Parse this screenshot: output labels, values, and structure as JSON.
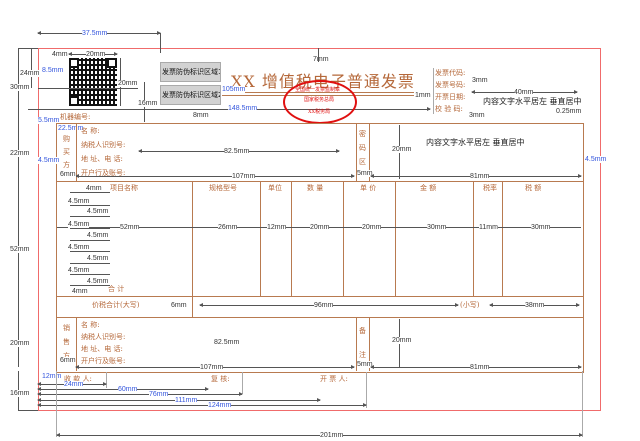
{
  "title": "XX 增值税电子普通发票",
  "qr_code": {
    "icon": "qr-code-icon"
  },
  "gray_blocks": [
    "发票防伪标识区域1",
    "发票防伪标识区域2"
  ],
  "machine_no_label": "机器编号:",
  "stamp": {
    "top_text": "全国统一发票监制章",
    "middle_text": "国家税务总局",
    "bottom_text": "XX税务局"
  },
  "header_fields": [
    "发票代码:",
    "发票号码:",
    "开票日期:",
    "校 验 码:"
  ],
  "header_content_note": "内容文字水平居左 垂直居中",
  "buyer": {
    "side_label": [
      "购",
      "买",
      "方"
    ],
    "fields": [
      "名      称:",
      "纳税人识别号:",
      "地 址、电 话:",
      "开户行及账号:"
    ],
    "password_area_label": [
      "密",
      "码",
      "区"
    ],
    "content_note": "内容文字水平居左 垂直居中"
  },
  "items_table": {
    "headers": [
      "项目名称",
      "规格型号",
      "单位",
      "数 量",
      "单 价",
      "金 额",
      "税率",
      "税 额"
    ],
    "total_label": "合       计",
    "tax_total_label": "价税合计(大写)",
    "small_write_label": "(小写)"
  },
  "seller": {
    "side_label": [
      "销",
      "售",
      "方"
    ],
    "fields": [
      "名      称:",
      "纳税人识别号:",
      "地 址、电 话:",
      "开户行及账号:"
    ],
    "remarks_label": [
      "备",
      "注"
    ]
  },
  "footer": {
    "payee": "收 款 人:",
    "reviewer": "复 核:",
    "drawer": "开 票 人:"
  },
  "dimensions": {
    "top_width": "37.5mm",
    "qr_left": "4mm",
    "qr_width": "20mm",
    "qr_height": "20mm",
    "qr_offset": "8.5mm",
    "header_h24": "24mm",
    "header_h30": "30mm",
    "h16": "16mm",
    "h8": "8mm",
    "h7": "7mm",
    "h1": "1mm",
    "x105": "105mm",
    "x148_5": "148.5mm",
    "h3a": "3mm",
    "w40": "40mm",
    "w0_25": "0.25mm",
    "h3b": "3mm",
    "left5_5": "5.5mm",
    "buyer_label_w": "22.5mm",
    "left4_5": "4.5mm",
    "h22": "22mm",
    "c6a": "6mm",
    "buyer_w": "82.5mm",
    "h20a": "20mm",
    "w107a": "107mm",
    "c5a": "5mm",
    "w81a": "81mm",
    "right4_5": "4.5mm",
    "row4a": "4mm",
    "rows": [
      "4.5mm",
      "4.5mm",
      "4.5mm",
      "4.5mm",
      "4.5mm",
      "4.5mm",
      "4.5mm",
      "4.5mm"
    ],
    "row4b": "4mm",
    "h52": "52mm",
    "col_widths": [
      "52mm",
      "26mm",
      "12mm",
      "20mm",
      "20mm",
      "30mm",
      "11mm",
      "30mm"
    ],
    "tax_h6": "6mm",
    "w96": "96mm",
    "w38": "38mm",
    "h20b": "20mm",
    "c6b": "6mm",
    "seller_w": "82.5mm",
    "w107b": "107mm",
    "h20c": "20mm",
    "c5b": "5mm",
    "w81b": "81mm",
    "h16f": "16mm",
    "f12": "12mm",
    "f24": "24mm",
    "f60": "60mm",
    "f76": "76mm",
    "f111": "111mm",
    "f124": "124mm",
    "total": "201mm"
  }
}
